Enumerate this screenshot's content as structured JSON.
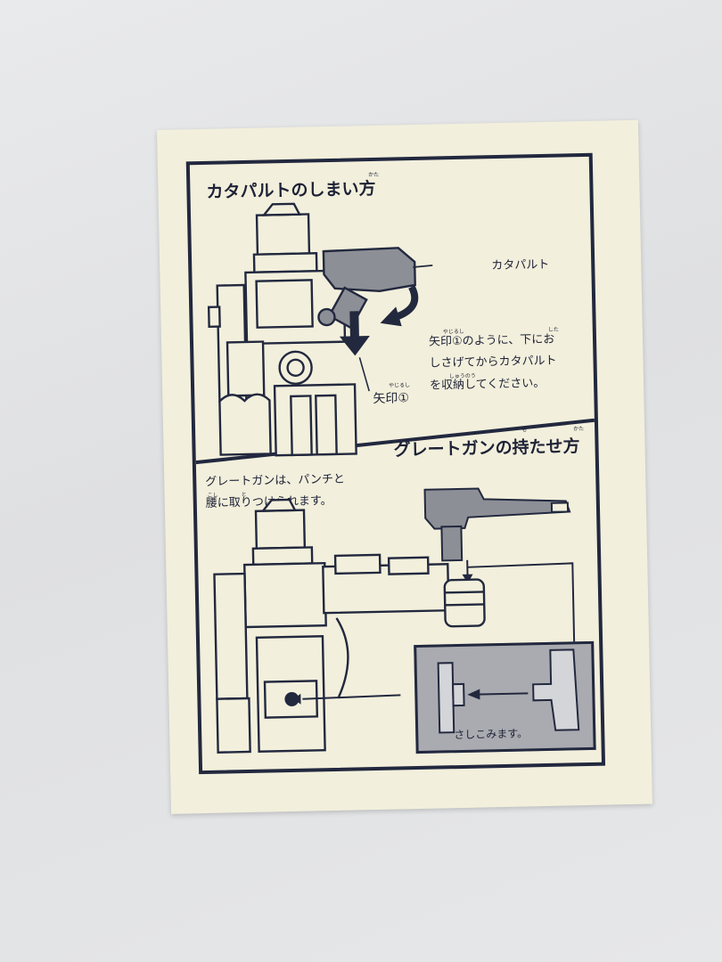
{
  "section1": {
    "title": "カタパルトのしまい方",
    "title_ruby": "かた",
    "part_label": "カタパルト",
    "instruction_line1": "矢印①のように、下にお",
    "instruction_line2": "しさげてからカタパルト",
    "instruction_line3": "を収納してください。",
    "ruby_yajirushi": "やじるし",
    "ruby_shita": "した",
    "ruby_shuunou": "しゅうのう",
    "arrow_label": "矢印①",
    "arrow_label_ruby": "やじるし"
  },
  "section2": {
    "title": "グレートガンの持たせ方",
    "title_ruby_mo": "も",
    "title_ruby_kata": "かた",
    "instruction_line1": "グレートガンは、パンチと",
    "instruction_line2": "腰に取りつけられます。",
    "ruby_koshi": "こし",
    "ruby_to": "と",
    "inset_caption": "さしこみます。"
  },
  "colors": {
    "paper": "#f2efdc",
    "ink": "#22283e",
    "gray_part": "#8d8f96",
    "inset_bg": "#a9abb0"
  }
}
